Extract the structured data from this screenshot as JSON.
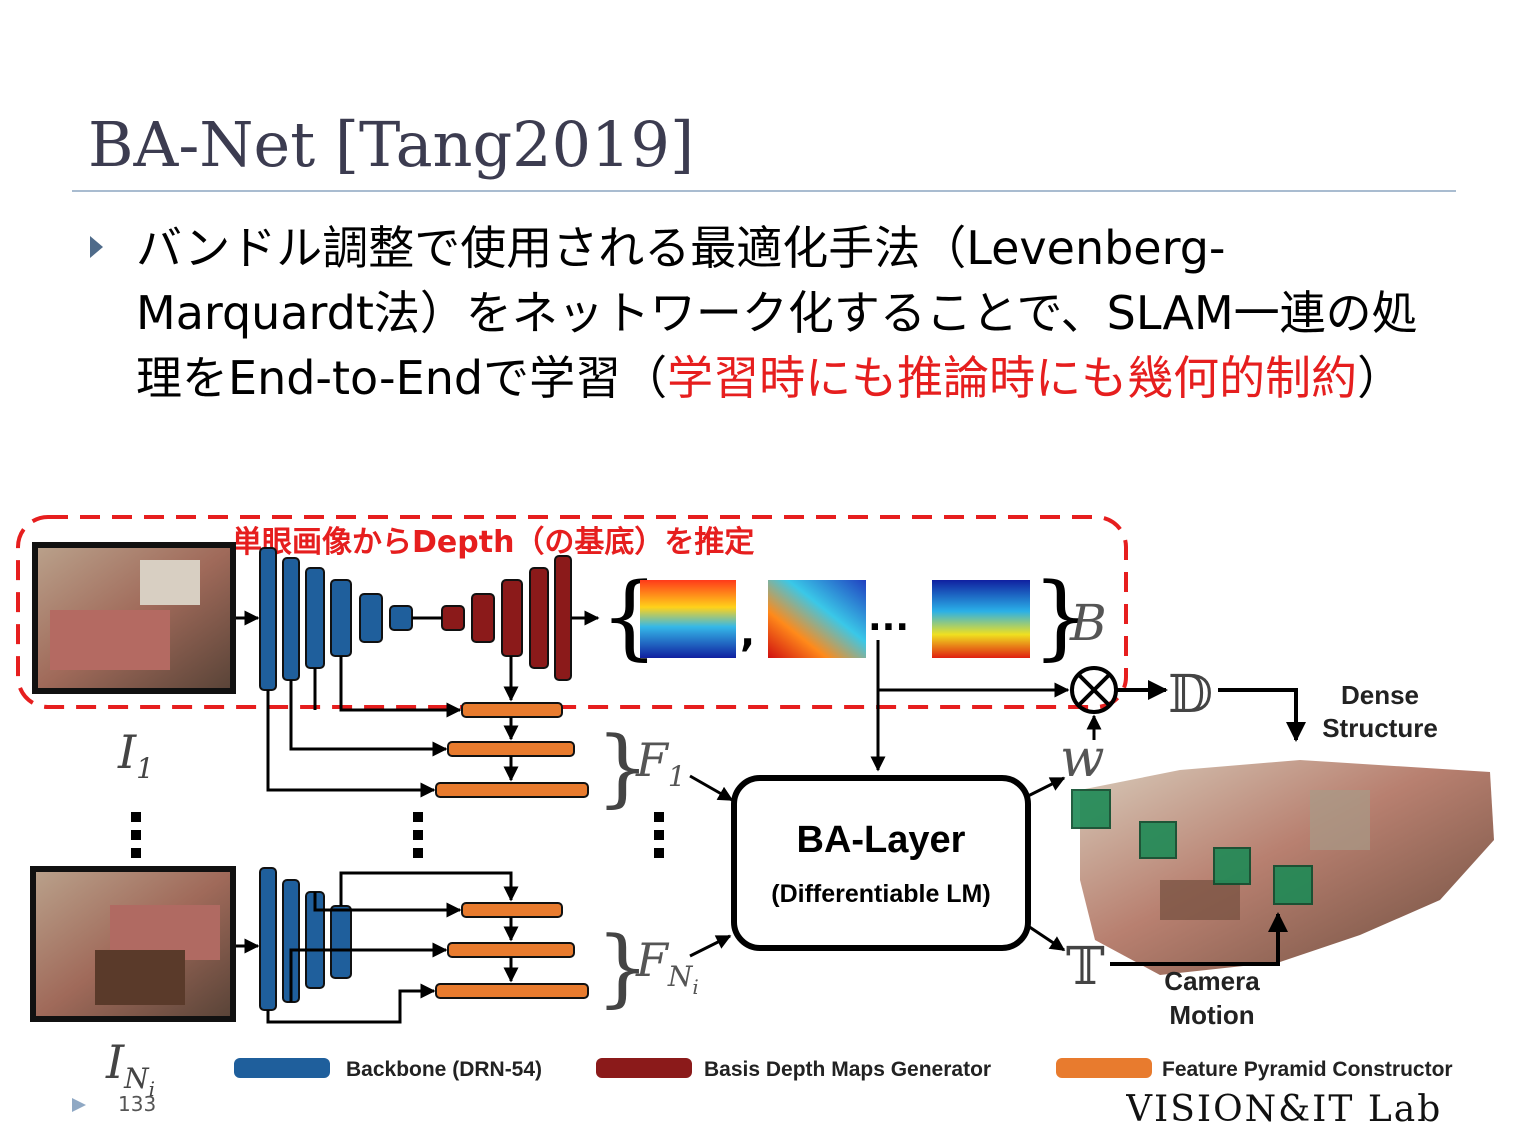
{
  "slide": {
    "title": "BA-Net [Tang2019]",
    "page_number": "133",
    "bullet": {
      "part1": "バンドル調整で使用される最適化手法（Levenberg-Marquardt法）をネットワーク化することで、SLAM一連の処理をEnd-to-Endで学習（",
      "highlight": "学習時にも推論時にも幾何的制約",
      "part2": "）"
    },
    "footer_logo": "VISION&IT Lab"
  },
  "diagram": {
    "annotation": "単眼画像からDepth（の基底）を推定",
    "label_B": "B",
    "label_F1": "F",
    "label_F1_sub": "1",
    "label_FN": "F",
    "label_FN_sub": "N",
    "label_FN_subsub": "i",
    "label_I1": "I",
    "label_I1_sub": "1",
    "label_IN": "I",
    "label_IN_sub": "N",
    "label_IN_subsub": "i",
    "label_w": "w",
    "label_D": "𝔻",
    "label_T": "𝕋",
    "comma": ",",
    "ellipsis": "...",
    "dense_structure_line1": "Dense",
    "dense_structure_line2": "Structure",
    "camera_motion_line1": "Camera",
    "camera_motion_line2": "Motion",
    "ba_layer_title": "BA-Layer",
    "ba_layer_subtitle": "(Differentiable LM)",
    "legend": [
      {
        "label": "Backbone (DRN-54)",
        "color": "#1f5f9c"
      },
      {
        "label": "Basis Depth Maps Generator",
        "color": "#8b1a1a"
      },
      {
        "label": "Feature Pyramid Constructor",
        "color": "#e87b2e"
      }
    ],
    "colors": {
      "annotation_red": "#e61e1e",
      "backbone": "#1f5f9c",
      "generator": "#8b1a1a",
      "pyramid": "#e87b2e"
    }
  }
}
